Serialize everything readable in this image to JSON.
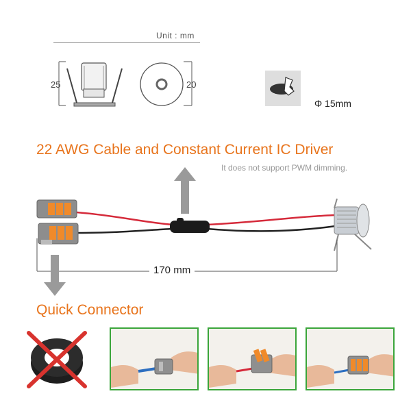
{
  "header": {
    "unit_label": "Unit : mm",
    "height_label": "25",
    "diameter_label": "20",
    "cutout_label": "Φ 15mm"
  },
  "cable": {
    "title": "22 AWG Cable and Constant Current IC Driver",
    "subtitle": "It does not support PWM dimming.",
    "length_label": "170 mm"
  },
  "connector": {
    "title": "Quick Connector"
  },
  "colors": {
    "accent": "#e8741c",
    "frame_green": "#3aa53a",
    "cross_red": "#d8332e",
    "arrow_gray": "#9a9a9a"
  },
  "icons": [
    "light-side-view-icon",
    "light-front-view-icon",
    "drill-hole-icon",
    "up-arrow-icon",
    "down-arrow-icon",
    "no-tape-icon"
  ]
}
